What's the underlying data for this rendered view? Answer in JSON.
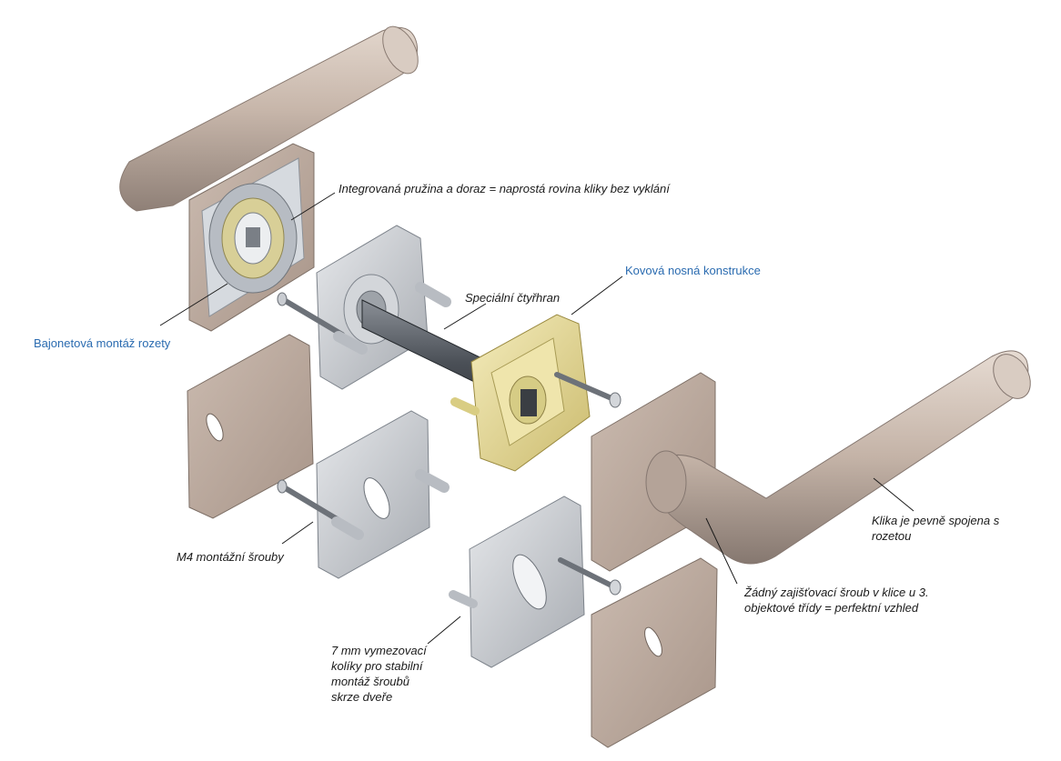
{
  "labels": {
    "spring": "Integrovaná pružina a doraz = naprostá rovina kliky bez vyklání",
    "bayonet": "Bajonetová montáž rozety",
    "metal_frame": "Kovová nosná konstrukce",
    "square_spindle": "Speciální čtyřhran",
    "m4_screws": "M4 montážní šrouby",
    "spacer_pins": "7 mm vymezovací\nkolíky pro stabilní\nmontáž šroubů\nskrze dveře",
    "handle_fixed": "Klika je pevně spojena s\nrozetou",
    "no_screw": "Žádný zajišťovací šroub v klice u 3.\nobjektové třídy = perfektní vzhled"
  },
  "colors": {
    "accent_blue": "#2a6bb0",
    "text": "#1a1a1a",
    "steel": "#b8a89c",
    "zinc": "#c9ccd1",
    "brass": "#e8dc9a"
  }
}
